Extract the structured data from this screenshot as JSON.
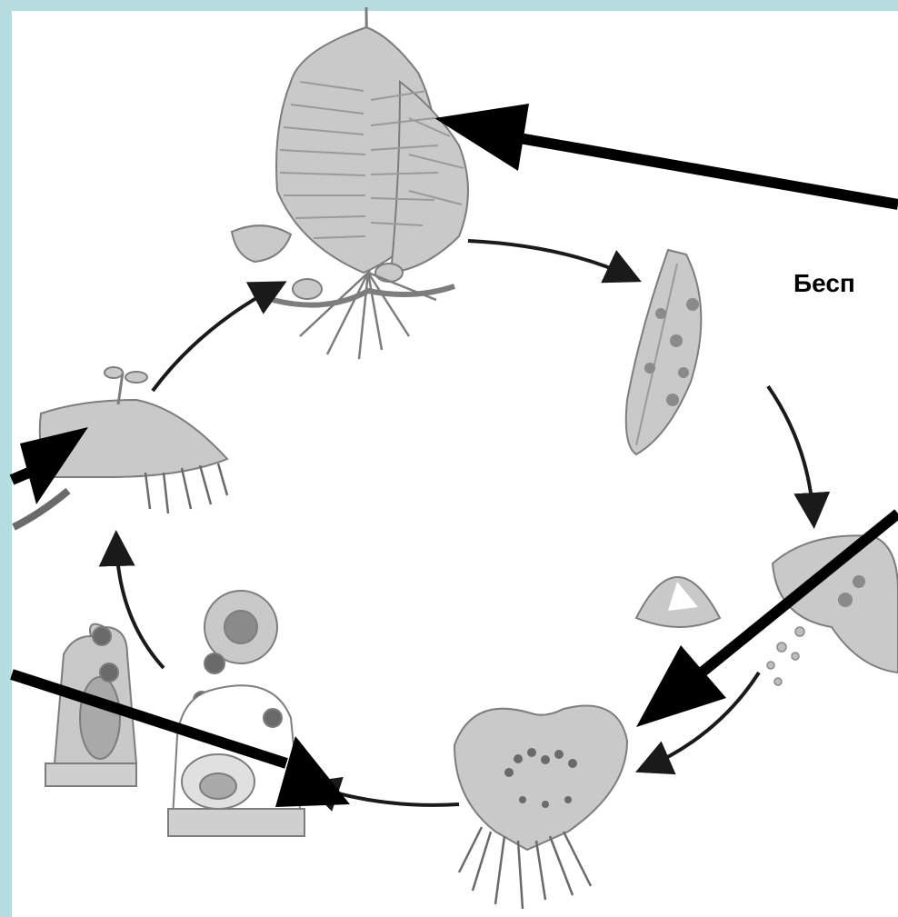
{
  "diagram": {
    "label_right": "Бесп",
    "colors": {
      "frame": "#b5dde0",
      "background": "#ffffff",
      "plant_fill": "#c9c9c9",
      "plant_stroke": "#7d7d7d",
      "dark_detail": "#5a5a5a",
      "arrow": "#000000"
    },
    "stages": [
      "fern-sporophyte",
      "pinna-with-sori",
      "sporangium",
      "prothallus",
      "archegonium",
      "antheridium",
      "young-sporophyte"
    ]
  }
}
